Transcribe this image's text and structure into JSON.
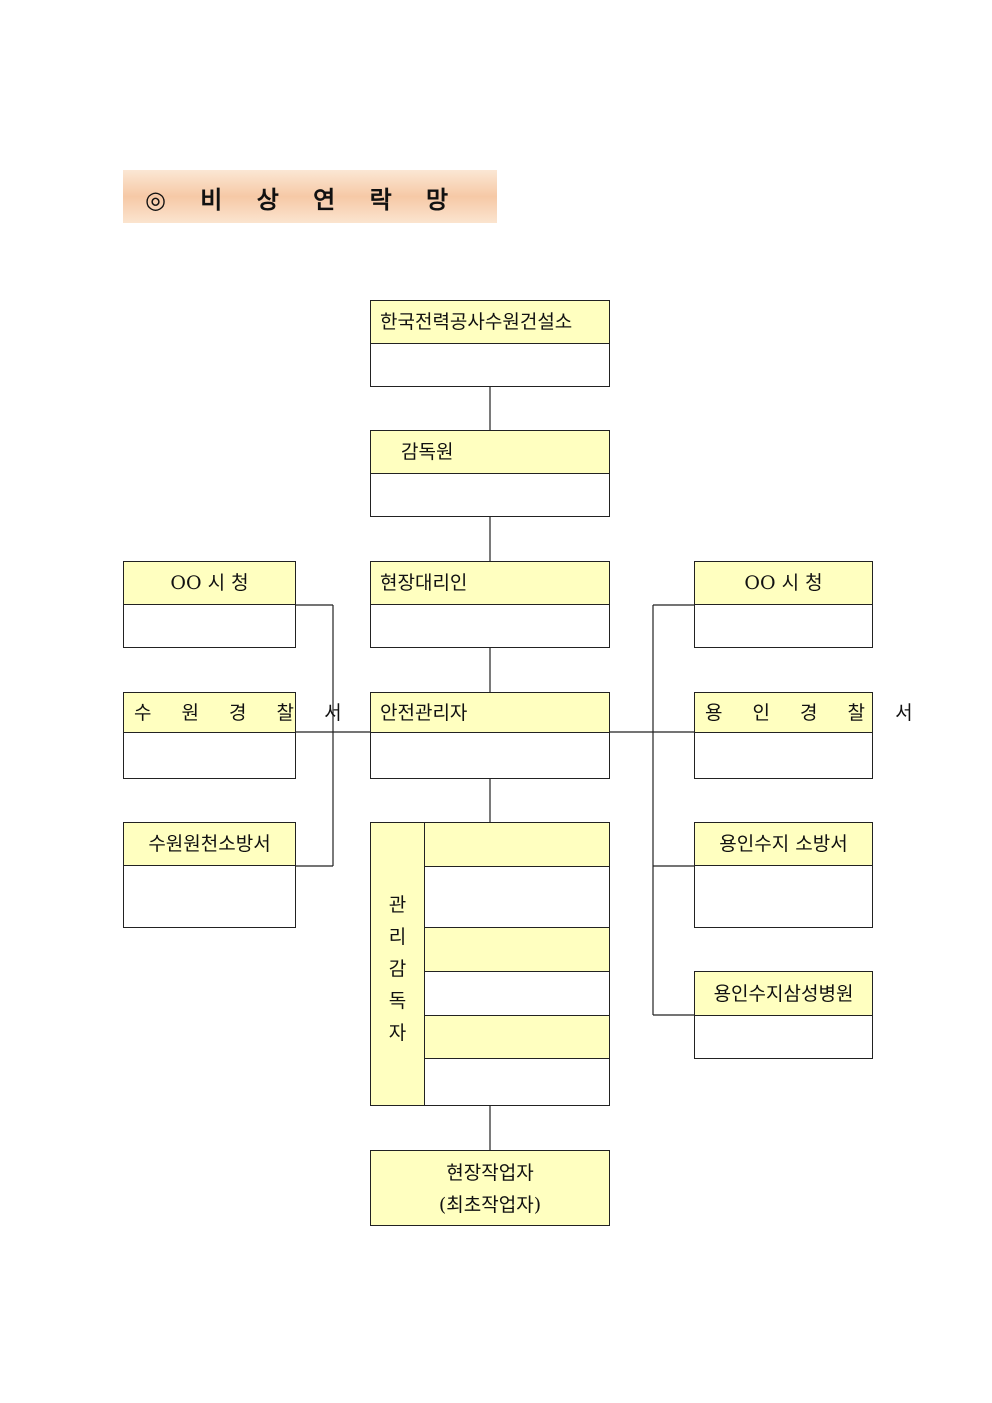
{
  "title": "◎ 비 상 연 락 망",
  "center": {
    "kepco": "한국전력공사수원건설소",
    "supervisor": "감독원",
    "site_agent": "현장대리인",
    "safety_manager": "안전관리자"
  },
  "management_supervisor": {
    "label_chars": [
      "관",
      "리",
      "감",
      "독",
      "자"
    ]
  },
  "worker": {
    "line1": "현장작업자",
    "line2": "(최초작업자)"
  },
  "left": {
    "city_hall": "OO 시 청",
    "police": "수 원 경 찰 서",
    "fire": "수원원천소방서"
  },
  "right": {
    "city_hall": "OO 시 청",
    "police": "용 인 경 찰 서",
    "fire": "용인수지 소방서",
    "hospital": "용인수지삼성병원"
  },
  "colors": {
    "header_fill": "#ffffc0",
    "title_gradient": "#f6c9a6",
    "line": "#222222"
  }
}
